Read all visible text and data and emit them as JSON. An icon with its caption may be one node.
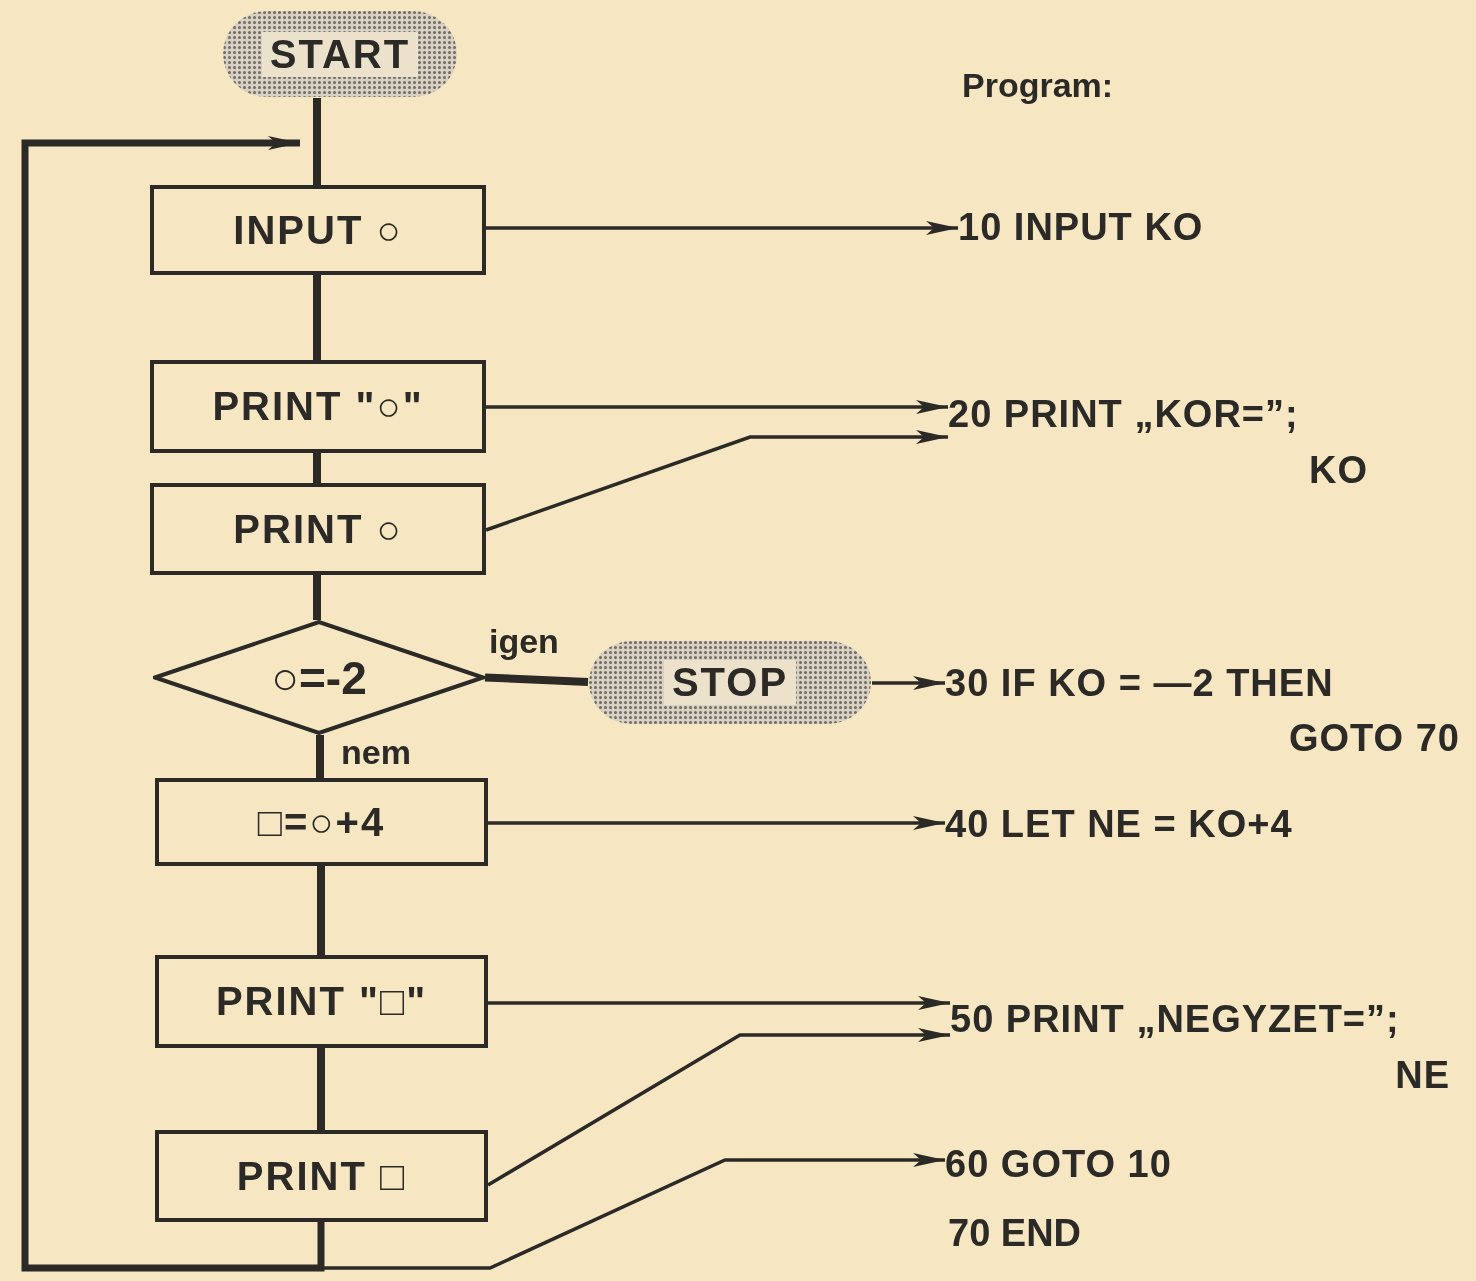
{
  "diagram": {
    "nodes": [
      {
        "text": [
          "START"
        ]
      },
      {
        "text": [
          "INPUT ○"
        ]
      },
      {
        "text": [
          "PRINT \"○\""
        ]
      },
      {
        "text": [
          "PRINT ○"
        ]
      },
      {
        "text": [
          "○=-2"
        ]
      },
      {
        "text": [
          "STOP"
        ]
      },
      {
        "text": [
          "□=○+4"
        ]
      },
      {
        "text": [
          "PRINT \"□\""
        ]
      },
      {
        "text": [
          "PRINT □"
        ]
      },
      {
        "text": [
          "10 INPUT KO"
        ]
      },
      {
        "text": [
          "20 PRINT „KOR=”; KO"
        ]
      },
      {
        "text": [
          "30 IF KO = —2 THEN GOTO 70"
        ]
      },
      {
        "text": [
          "40 LET NE = KO+4"
        ]
      },
      {
        "text": [
          "50 PRINT „NEGYZET=”; NE"
        ]
      },
      {
        "text": [
          "60 GOTO 10"
        ]
      }
    ],
    "edges": [
      {
        "from": 0,
        "to": 1,
        "arrow": "none"
      },
      {
        "from": 1,
        "to": 2,
        "arrow": "none"
      },
      {
        "from": 2,
        "to": 3,
        "arrow": "none"
      },
      {
        "from": 3,
        "to": 4,
        "arrow": "none"
      },
      {
        "from": 4,
        "to": 5,
        "arrow": "none",
        "label": "igen"
      },
      {
        "from": 4,
        "to": 6,
        "arrow": "none",
        "label": "nem"
      },
      {
        "from": 6,
        "to": 7,
        "arrow": "none"
      },
      {
        "from": 7,
        "to": 8,
        "arrow": "none"
      },
      {
        "from": 8,
        "to": 1,
        "arrow": "to"
      },
      {
        "from": 1,
        "to": 9,
        "arrow": "to"
      },
      {
        "from": 2,
        "to": 10,
        "arrow": "to"
      },
      {
        "from": 3,
        "to": 10,
        "arrow": "to"
      },
      {
        "from": 5,
        "to": 11,
        "arrow": "to"
      },
      {
        "from": 6,
        "to": 12,
        "arrow": "to"
      },
      {
        "from": 7,
        "to": 13,
        "arrow": "to"
      },
      {
        "from": 8,
        "to": 13,
        "arrow": "to"
      },
      {
        "from": 8,
        "to": 14,
        "arrow": "to"
      }
    ],
    "labels": [
      "Program:",
      "70 END"
    ]
  }
}
